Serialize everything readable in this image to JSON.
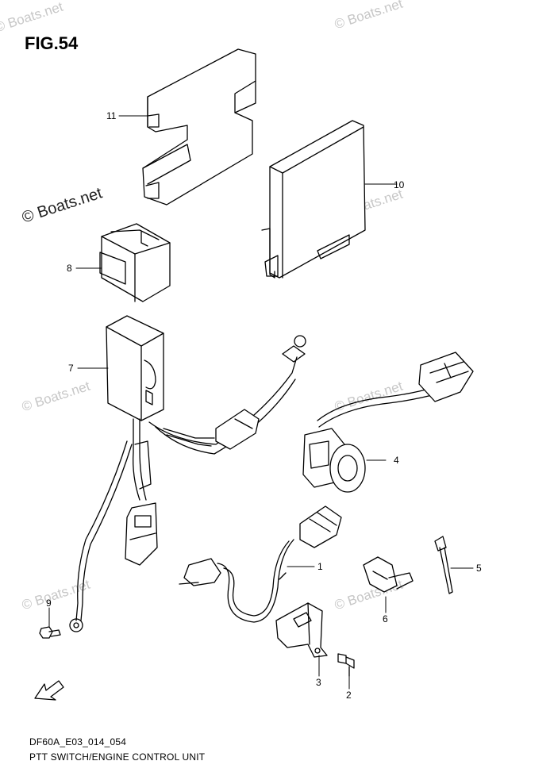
{
  "figure": {
    "title": "FIG.54",
    "drawing_code": "DF60A_E03_014_054",
    "caption": "PTT SWITCH/ENGINE CONTROL UNIT"
  },
  "watermark": "© Boats.net",
  "callouts": [
    "1",
    "2",
    "3",
    "4",
    "5",
    "6",
    "7",
    "8",
    "9",
    "10",
    "11"
  ]
}
